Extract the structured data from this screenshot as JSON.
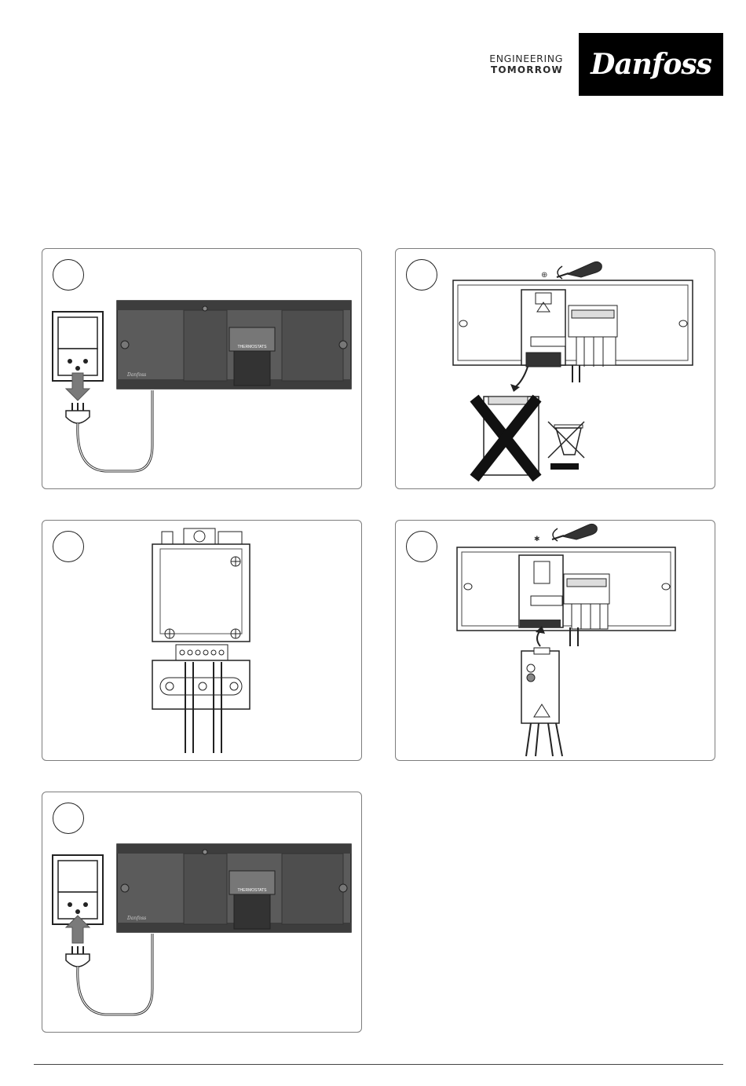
{
  "header": {
    "tagline_line1": "ENGINEERING",
    "tagline_line2": "TOMORROW",
    "brand": "Danfoss"
  },
  "steps": [
    {
      "id": 1,
      "description": "Disconnect power plug from wall socket"
    },
    {
      "id": 2,
      "description": "Unscrew and remove old module; do not dispose with household waste"
    },
    {
      "id": 3,
      "description": "Power module terminal wiring"
    },
    {
      "id": 4,
      "description": "Insert new module and tighten screw"
    },
    {
      "id": 5,
      "description": "Reconnect power plug to wall socket"
    }
  ],
  "device": {
    "label_thermostats": "THERMOSTATS",
    "brand_small": "Danfoss"
  },
  "colors": {
    "device_body": "#5b5b5b",
    "device_dark": "#3d3d3d",
    "outline": "#222222",
    "arrow_gray": "#7a7a7a"
  },
  "icons": [
    "warning-triangle-icon",
    "screwdriver-icon",
    "rotate-arrow-icon",
    "crossed-bin-icon",
    "large-x-icon",
    "plug-icon",
    "wall-socket-icon",
    "down-arrow-icon",
    "up-arrow-icon"
  ]
}
